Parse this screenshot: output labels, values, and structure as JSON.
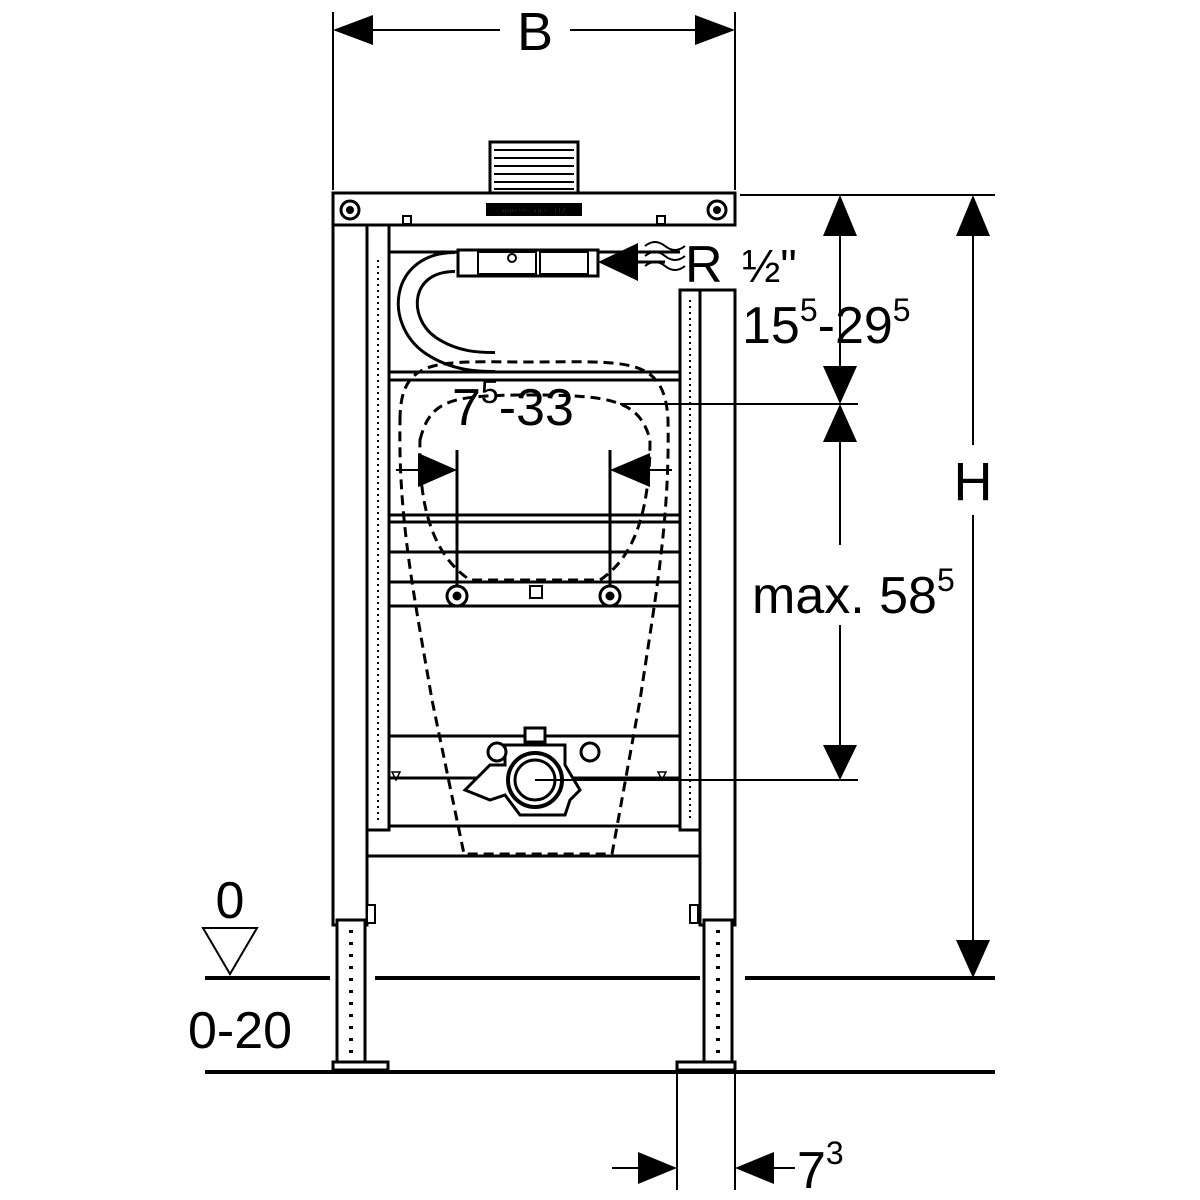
{
  "dimensions": {
    "width_label": "B",
    "height_label": "H",
    "water_connection": "R",
    "water_connection_size": "½\"",
    "inlet_range_main": "15",
    "inlet_range_sup1": "5",
    "inlet_range_sep": "-29",
    "inlet_range_sup2": "5",
    "fixing_distance_main": "7",
    "fixing_distance_sup": "5",
    "fixing_distance_rest": "-33",
    "max_height_main": "max. 58",
    "max_height_sup": "5",
    "floor_level": "0",
    "foot_adjustment": "0-20",
    "depth_main": "7",
    "depth_sup": "3",
    "plate_marking": "min.00 - max.112"
  },
  "colors": {
    "line": "#000000",
    "background": "#ffffff"
  }
}
